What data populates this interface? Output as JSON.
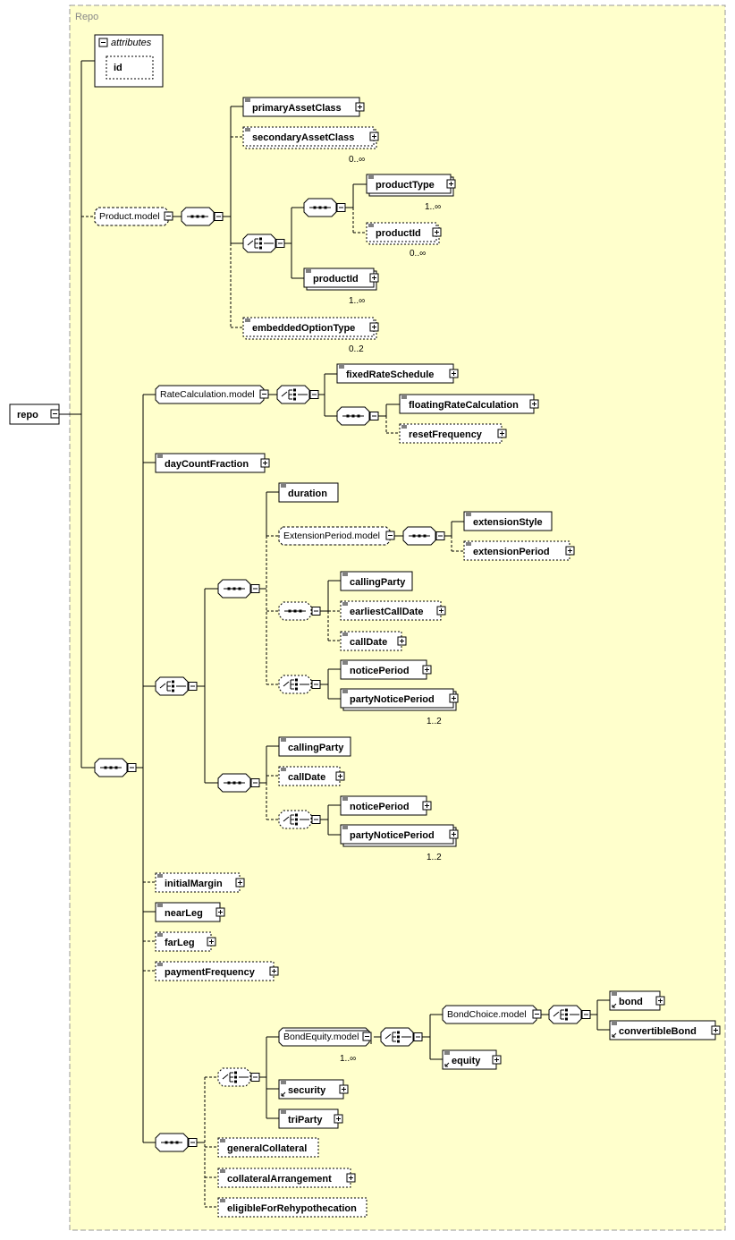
{
  "diagram": {
    "frame_title": "Repo",
    "root": {
      "label": "repo"
    },
    "attributes": {
      "header": "attributes",
      "items": [
        "id"
      ]
    },
    "groups": {
      "product_model": "Product.model",
      "rate_calculation_model": "RateCalculation.model",
      "extension_period_model": "ExtensionPeriod.model",
      "bond_equity_model": "BondEquity.model",
      "bond_choice_model": "BondChoice.model"
    },
    "elements": {
      "primaryAssetClass": "primaryAssetClass",
      "secondaryAssetClass": "secondaryAssetClass",
      "productType": "productType",
      "productId_optional": "productId",
      "productId": "productId",
      "embeddedOptionType": "embeddedOptionType",
      "fixedRateSchedule": "fixedRateSchedule",
      "floatingRateCalculation": "floatingRateCalculation",
      "resetFrequency": "resetFrequency",
      "dayCountFraction": "dayCountFraction",
      "duration": "duration",
      "extensionStyle": "extensionStyle",
      "extensionPeriod": "extensionPeriod",
      "callingParty_1": "callingParty",
      "earliestCallDate": "earliestCallDate",
      "callDate_1": "callDate",
      "noticePeriod_1": "noticePeriod",
      "partyNoticePeriod_1": "partyNoticePeriod",
      "callingParty_2": "callingParty",
      "callDate_2": "callDate",
      "noticePeriod_2": "noticePeriod",
      "partyNoticePeriod_2": "partyNoticePeriod",
      "initialMargin": "initialMargin",
      "nearLeg": "nearLeg",
      "farLeg": "farLeg",
      "paymentFrequency": "paymentFrequency",
      "bond": "bond",
      "convertibleBond": "convertibleBond",
      "equity": "equity",
      "security": "security",
      "triParty": "triParty",
      "generalCollateral": "generalCollateral",
      "collateralArrangement": "collateralArrangement",
      "eligibleForRehypothecation": "eligibleForRehypothecation"
    },
    "occurrences": {
      "secondaryAssetClass": "0..∞",
      "productType": "1..∞",
      "productId_optional": "0..∞",
      "productId": "1..∞",
      "embeddedOptionType": "0..2",
      "partyNoticePeriod_1": "1..2",
      "partyNoticePeriod_2": "1..2",
      "bond_equity_model": "1..∞"
    },
    "colors": {
      "frame_fill": "#ffffcc",
      "box_fill": "#ffffff",
      "frame_border": "#999999"
    }
  }
}
